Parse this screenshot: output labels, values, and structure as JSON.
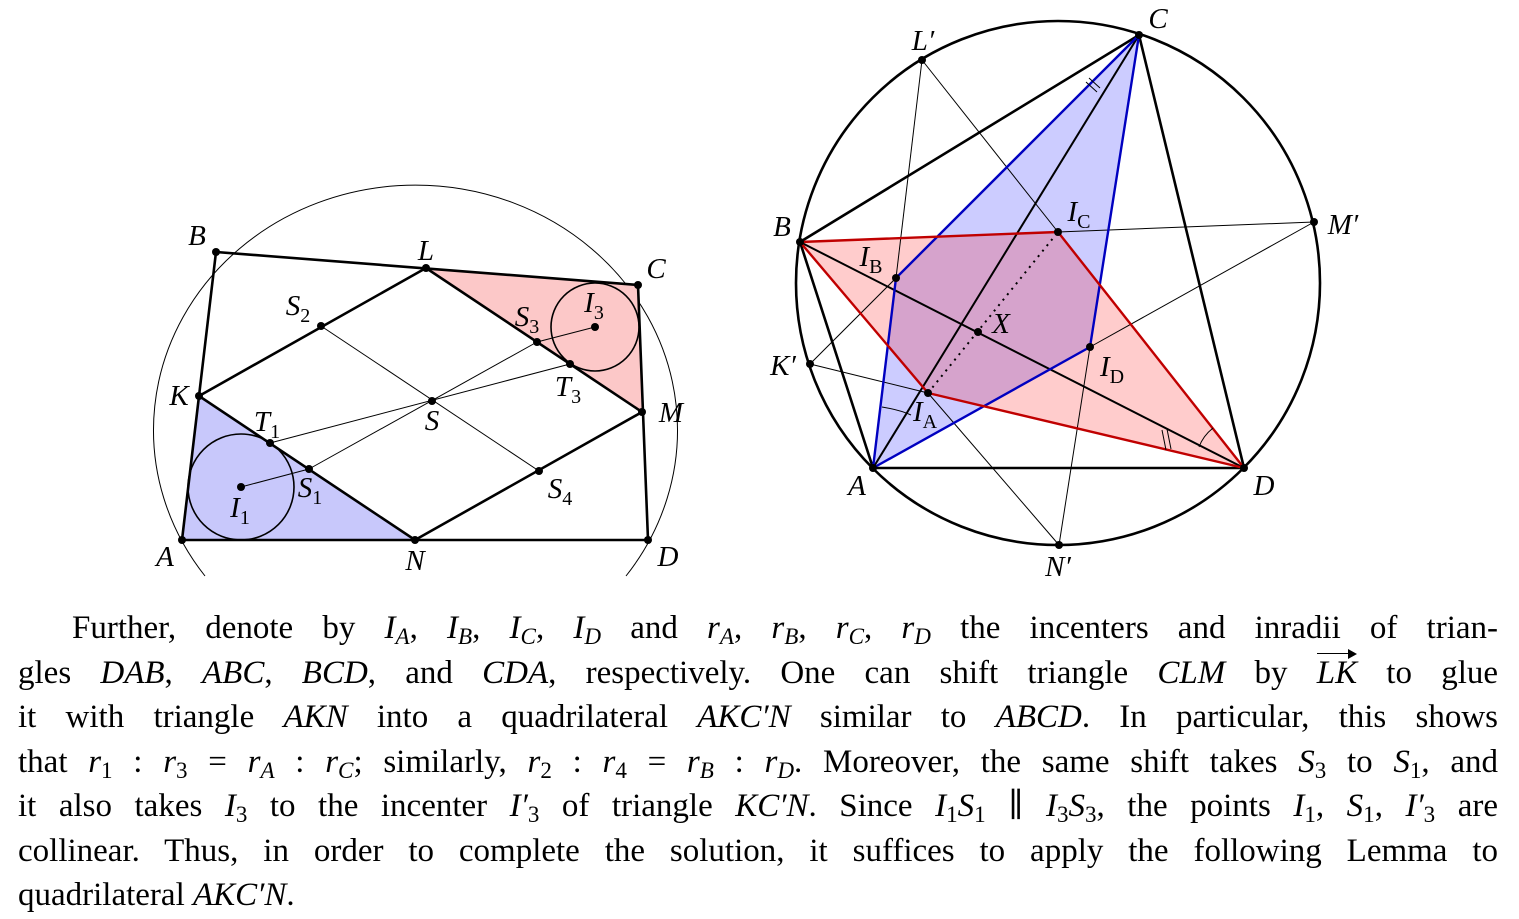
{
  "figure_left": {
    "labels": {
      "A": {
        "m": "A"
      },
      "B": {
        "m": "B"
      },
      "C": {
        "m": "C"
      },
      "D": {
        "m": "D"
      },
      "K": {
        "m": "K"
      },
      "L": {
        "m": "L"
      },
      "M": {
        "m": "M"
      },
      "N": {
        "m": "N"
      },
      "S": {
        "m": "S"
      },
      "S1": {
        "m": "S",
        "sub": "1"
      },
      "S2": {
        "m": "S",
        "sub": "2"
      },
      "S3": {
        "m": "S",
        "sub": "3"
      },
      "S4": {
        "m": "S",
        "sub": "4"
      },
      "T1": {
        "m": "T",
        "sub": "1"
      },
      "T3": {
        "m": "T",
        "sub": "3"
      },
      "I1": {
        "m": "I",
        "sub": "1"
      },
      "I3": {
        "m": "I",
        "sub": "3"
      }
    },
    "colors": {
      "blue_fill": "#c8c8fb",
      "red_fill": "#fcc8c8"
    }
  },
  "figure_right": {
    "labels": {
      "A": {
        "m": "A"
      },
      "B": {
        "m": "B"
      },
      "C": {
        "m": "C"
      },
      "D": {
        "m": "D"
      },
      "IA": {
        "m": "I",
        "sub": "A"
      },
      "IB": {
        "m": "I",
        "sub": "B"
      },
      "IC": {
        "m": "I",
        "sub": "C"
      },
      "ID": {
        "m": "I",
        "sub": "D"
      },
      "X": {
        "m": "X"
      },
      "K'": {
        "m": "K′"
      },
      "L'": {
        "m": "L′"
      },
      "M'": {
        "m": "M′"
      },
      "N'": {
        "m": "N′"
      }
    },
    "colors": {
      "blue_edge": "#0000c0",
      "red_edge": "#c00000",
      "blue_fill": "#0000ff",
      "red_fill": "#ff0000"
    }
  },
  "paragraph": [
    [
      {
        "t": "Further, denote by "
      },
      {
        "m": "I",
        "sub": "A"
      },
      {
        "t": ", "
      },
      {
        "m": "I",
        "sub": "B"
      },
      {
        "t": ", "
      },
      {
        "m": "I",
        "sub": "C"
      },
      {
        "t": ", "
      },
      {
        "m": "I",
        "sub": "D"
      },
      {
        "t": " and "
      },
      {
        "m": "r",
        "sub": "A"
      },
      {
        "t": ", "
      },
      {
        "m": "r",
        "sub": "B"
      },
      {
        "t": ", "
      },
      {
        "m": "r",
        "sub": "C"
      },
      {
        "t": ", "
      },
      {
        "m": "r",
        "sub": "D"
      },
      {
        "t": " the incenters and inradii of trian-"
      }
    ],
    [
      {
        "t": "gles "
      },
      {
        "m": "DAB"
      },
      {
        "t": ", "
      },
      {
        "m": "ABC"
      },
      {
        "t": ", "
      },
      {
        "m": "BCD"
      },
      {
        "t": ", and "
      },
      {
        "m": "CDA"
      },
      {
        "t": ", respectively. One can shift triangle "
      },
      {
        "m": "CLM"
      },
      {
        "t": " by "
      },
      {
        "m": "LK",
        "vec": true
      },
      {
        "t": " to glue"
      }
    ],
    [
      {
        "t": "it with triangle "
      },
      {
        "m": "AKN"
      },
      {
        "t": " into a quadrilateral "
      },
      {
        "m": "AKC′N"
      },
      {
        "t": " similar to "
      },
      {
        "m": "ABCD"
      },
      {
        "t": ". In particular, this shows"
      }
    ],
    [
      {
        "t": "that "
      },
      {
        "m": "r",
        "sub": "1"
      },
      {
        "t": " : "
      },
      {
        "m": "r",
        "sub": "3"
      },
      {
        "t": " = "
      },
      {
        "m": "r",
        "sub": "A"
      },
      {
        "t": " : "
      },
      {
        "m": "r",
        "sub": "C"
      },
      {
        "t": "; similarly, "
      },
      {
        "m": "r",
        "sub": "2"
      },
      {
        "t": " : "
      },
      {
        "m": "r",
        "sub": "4"
      },
      {
        "t": " = "
      },
      {
        "m": "r",
        "sub": "B"
      },
      {
        "t": " : "
      },
      {
        "m": "r",
        "sub": "D"
      },
      {
        "t": ". Moreover, the same shift takes "
      },
      {
        "m": "S",
        "sub": "3"
      },
      {
        "t": " to "
      },
      {
        "m": "S",
        "sub": "1"
      },
      {
        "t": ", and"
      }
    ],
    [
      {
        "t": "it also takes "
      },
      {
        "m": "I",
        "sub": "3"
      },
      {
        "t": " to the incenter "
      },
      {
        "m": "I′",
        "sub": "3"
      },
      {
        "t": " of triangle "
      },
      {
        "m": "KC′N"
      },
      {
        "t": ". Since "
      },
      {
        "m": "I",
        "sub": "1"
      },
      {
        "m": "S",
        "sub": "1"
      },
      {
        "t": " ∥ "
      },
      {
        "m": "I",
        "sub": "3"
      },
      {
        "m": "S",
        "sub": "3"
      },
      {
        "t": ", the points "
      },
      {
        "m": "I",
        "sub": "1"
      },
      {
        "t": ", "
      },
      {
        "m": "S",
        "sub": "1"
      },
      {
        "t": ", "
      },
      {
        "m": "I′",
        "sub": "3"
      },
      {
        "t": " are"
      }
    ],
    [
      {
        "t": "collinear. Thus, in order to complete the solution, it suffices to apply the following Lemma to"
      }
    ],
    [
      {
        "t": "quadrilateral "
      },
      {
        "m": "AKC′N"
      },
      {
        "t": "."
      }
    ]
  ]
}
